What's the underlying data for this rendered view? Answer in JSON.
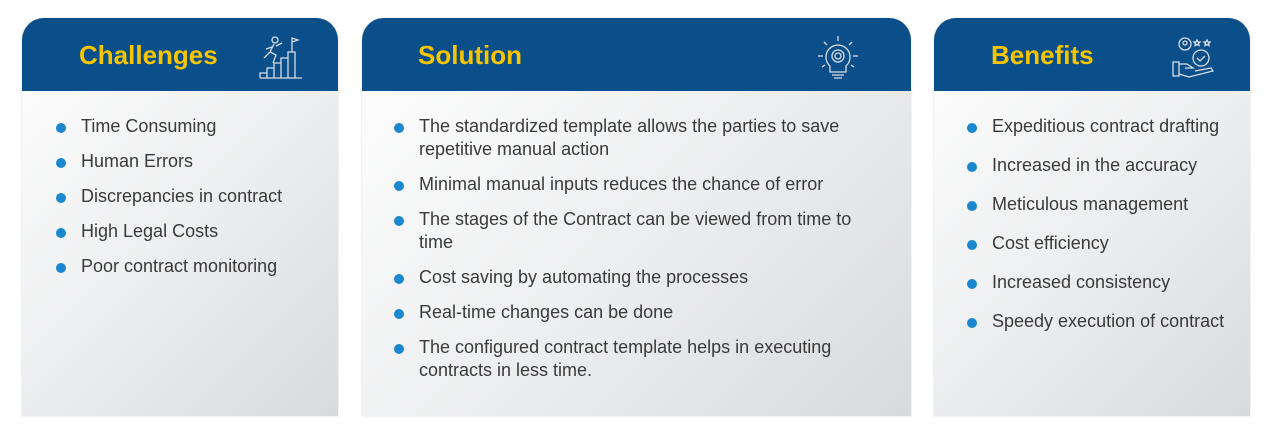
{
  "challenges": {
    "title": "Challenges",
    "icon": "stairs-climbing-icon",
    "items": [
      "Time Consuming",
      "Human Errors",
      "Discrepancies in contract",
      "High Legal Costs",
      "Poor contract monitoring"
    ]
  },
  "solution": {
    "title": "Solution",
    "icon": "lightbulb-gear-icon",
    "items": [
      "The standardized template allows the parties to save repetitive manual action",
      "Minimal manual inputs reduces the chance of error",
      "The stages of the Contract can be viewed from time to time",
      "Cost saving by automating the processes",
      "Real-time changes can be done",
      "The configured contract template helps in executing contracts in less time."
    ]
  },
  "benefits": {
    "title": "Benefits",
    "icon": "hand-gear-stars-icon",
    "items": [
      "Expeditious contract drafting",
      "Increased in the accuracy",
      "Meticulous management",
      "Cost efficiency",
      "Increased consistency",
      "Speedy execution of contract"
    ]
  },
  "colors": {
    "header": "#0b4f8a",
    "title": "#f6c500",
    "bullet": "#1b87cf"
  }
}
